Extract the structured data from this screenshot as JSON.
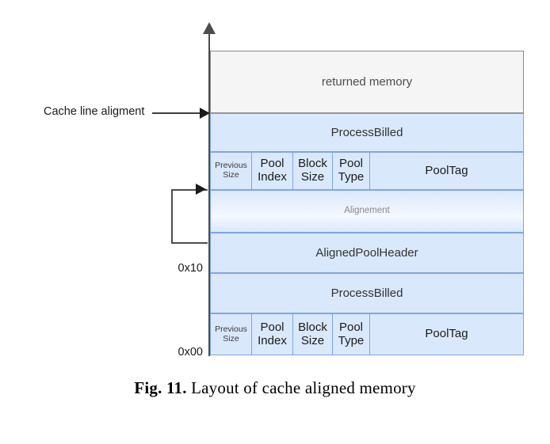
{
  "figure": {
    "caption_label": "Fig. 11.",
    "caption_text": "Layout of cache aligned memory"
  },
  "axis": {
    "arrow_icon": "up-arrow-icon",
    "offsets": [
      {
        "name": "offset-0x10",
        "value": "0x10"
      },
      {
        "name": "offset-0x00",
        "value": "0x00"
      }
    ]
  },
  "callout": {
    "label": "Cache line aligment",
    "arrow_icon": "right-arrow-icon"
  },
  "bracket": {
    "arrow_icon": "right-arrow-icon"
  },
  "memory_layout": {
    "rows": [
      {
        "id": "returned-memory",
        "label": "returned memory",
        "type": "single",
        "fill": "#f5f5f5"
      },
      {
        "id": "process-billed-top",
        "label": "ProcessBilled",
        "type": "single",
        "fill": "#dae8fc"
      },
      {
        "id": "pool-header-top",
        "type": "columns",
        "fill": "#dae8fc",
        "cells": [
          "Previous Size",
          "Pool Index",
          "Block Size",
          "Pool Type",
          "PoolTag"
        ]
      },
      {
        "id": "alignement",
        "label": "Alignement",
        "type": "single",
        "fill": "#eef4fe"
      },
      {
        "id": "aligned-pool-header",
        "label": "AlignedPoolHeader",
        "type": "single",
        "fill": "#dae8fc"
      },
      {
        "id": "process-billed-bottom",
        "label": "ProcessBilled",
        "type": "single",
        "fill": "#dae8fc"
      },
      {
        "id": "pool-header-bottom",
        "type": "columns",
        "fill": "#dae8fc",
        "cells": [
          "Previous Size",
          "Pool Index",
          "Block Size",
          "Pool Type",
          "PoolTag"
        ]
      }
    ],
    "header_cells": {
      "previous_size_line1": "Previous",
      "previous_size_line2": "Size",
      "pool_index_line1": "Pool",
      "pool_index_line2": "Index",
      "block_size_line1": "Block",
      "block_size_line2": "Size",
      "pool_type_line1": "Pool",
      "pool_type_line2": "Type",
      "pool_tag": "PoolTag"
    },
    "labels": {
      "returned_memory": "returned memory",
      "process_billed_top": "ProcessBilled",
      "alignement": "Alignement",
      "aligned_pool_header": "AlignedPoolHeader",
      "process_billed_bottom": "ProcessBilled"
    },
    "colors": {
      "blue_fill": "#dae8fc",
      "blue_stroke": "#7ea6e0",
      "gray_fill": "#f5f5f5",
      "gray_stroke": "#8c8c8c",
      "axis": "#4d4d4d"
    }
  }
}
